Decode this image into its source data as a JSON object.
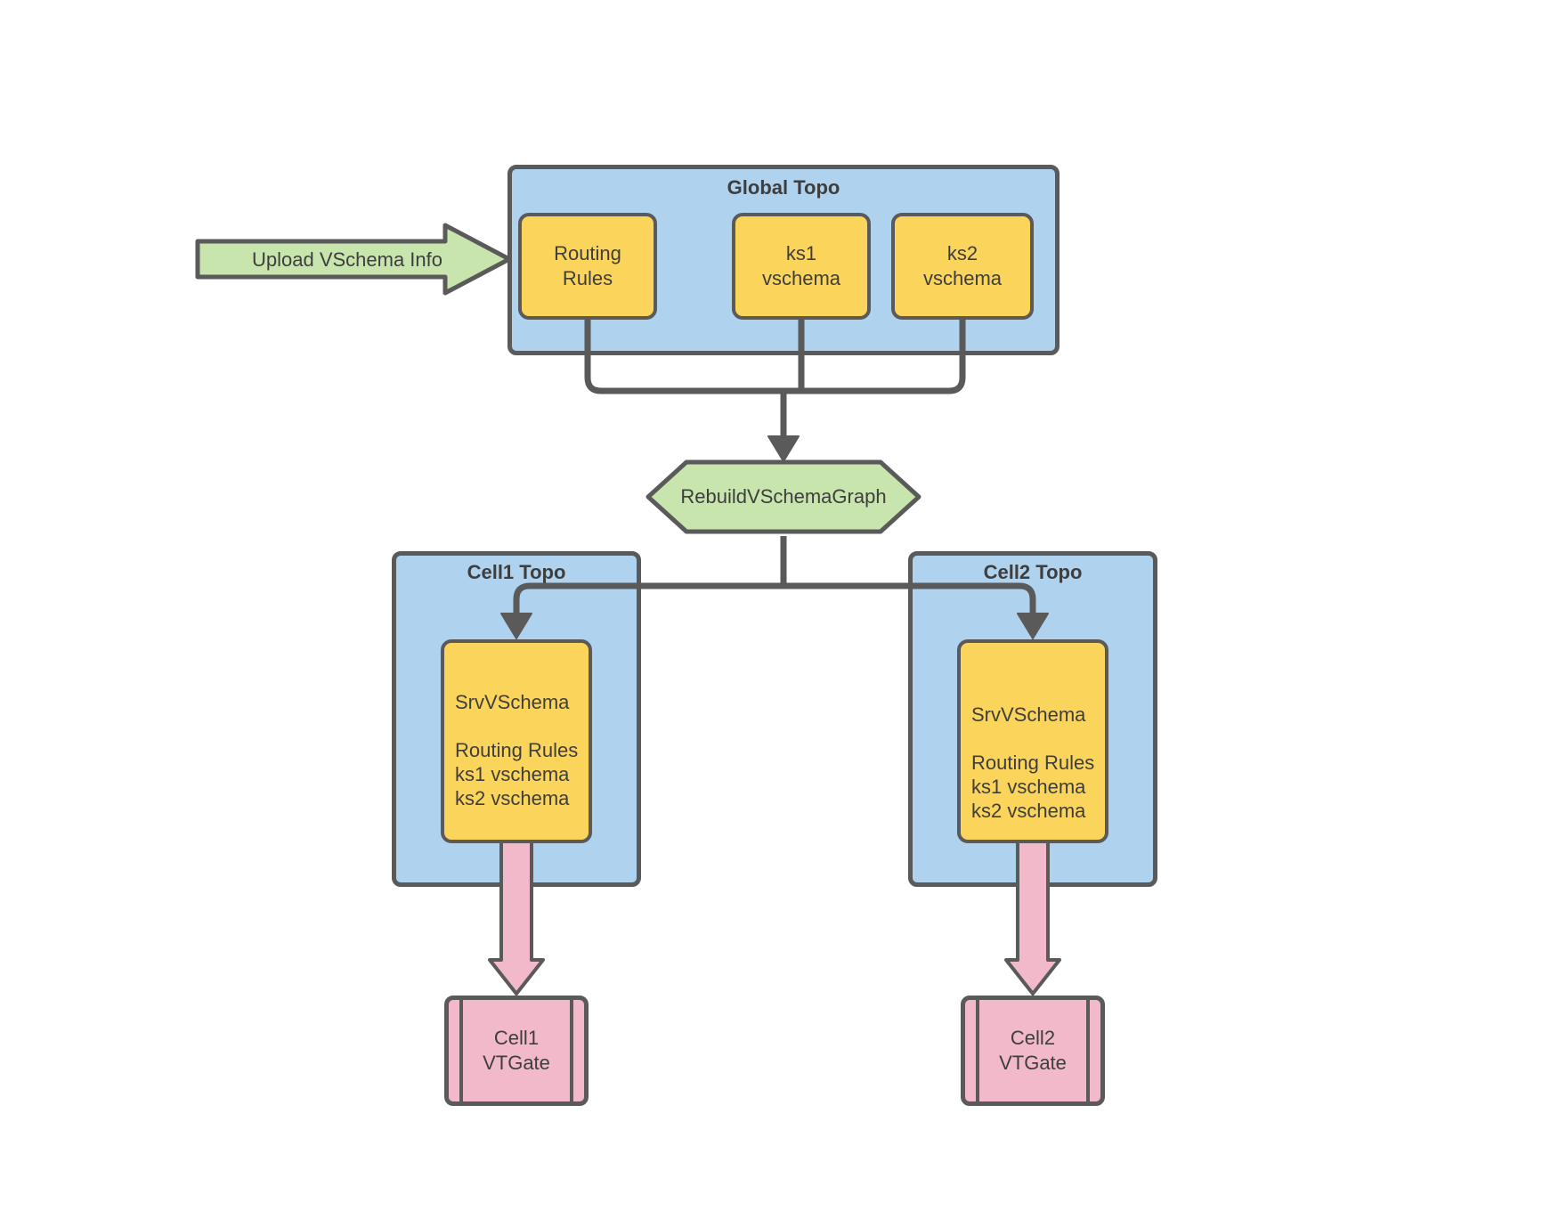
{
  "colors": {
    "page_bg": "#FFFFFF",
    "container_blue": "#AFD2EE",
    "box_yellow": "#FBD45C",
    "shape_green": "#C8E5AE",
    "shape_pink": "#F2B9CB",
    "stroke_gray": "#5A5A5A",
    "text_dark": "#3E3E3E"
  },
  "upload_arrow": {
    "label": "Upload VSchema Info"
  },
  "global_topo": {
    "title": "Global Topo",
    "boxes": [
      {
        "label": "Routing\nRules"
      },
      {
        "label": "ks1\nvschema"
      },
      {
        "label": "ks2\nvschema"
      }
    ]
  },
  "rebuild": {
    "label": "RebuildVSchemaGraph"
  },
  "cell1": {
    "title": "Cell1 Topo",
    "srv_box": {
      "label": "SrvVSchema\n\nRouting Rules\nks1 vschema\nks2 vschema"
    },
    "vtgate": {
      "label": "Cell1\nVTGate"
    }
  },
  "cell2": {
    "title": "Cell2 Topo",
    "srv_box": {
      "label": "SrvVSchema\n\nRouting Rules\nks1 vschema\nks2 vschema"
    },
    "vtgate": {
      "label": "Cell2\nVTGate"
    }
  },
  "connections": [
    {
      "from": "Upload VSchema Info",
      "to": "Global Topo"
    },
    {
      "from": "Routing Rules",
      "to": "RebuildVSchemaGraph"
    },
    {
      "from": "ks1 vschema",
      "to": "RebuildVSchemaGraph"
    },
    {
      "from": "ks2 vschema",
      "to": "RebuildVSchemaGraph"
    },
    {
      "from": "RebuildVSchemaGraph",
      "to": "Cell1 Topo SrvVSchema"
    },
    {
      "from": "RebuildVSchemaGraph",
      "to": "Cell2 Topo SrvVSchema"
    },
    {
      "from": "Cell1 SrvVSchema",
      "to": "Cell1 VTGate"
    },
    {
      "from": "Cell2 SrvVSchema",
      "to": "Cell2 VTGate"
    }
  ]
}
